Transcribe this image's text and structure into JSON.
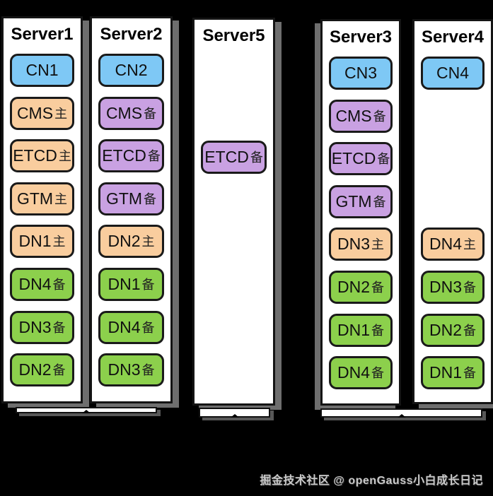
{
  "colors": {
    "cn": "#7EC8F5",
    "primary": "#F9CD9E",
    "standby_infra": "#C9A1E2",
    "standby_dn": "#8CD04C",
    "box_border": "#1A1A1A",
    "column_bg": "#FFFFFF",
    "background": "#000000",
    "shadow_gray": "#6E6E6E"
  },
  "watermark": {
    "text": "掘金技术社区 @ openGauss小白成长日记"
  },
  "servers": [
    {
      "title": "Server1",
      "boxes": [
        {
          "row": 0,
          "label": "CN1",
          "suffix": "",
          "role": "cn"
        },
        {
          "row": 1,
          "label": "CMS",
          "suffix": "主",
          "role": "primary"
        },
        {
          "row": 2,
          "label": "ETCD",
          "suffix": "主",
          "role": "primary"
        },
        {
          "row": 3,
          "label": "GTM",
          "suffix": "主",
          "role": "primary"
        },
        {
          "row": 4,
          "label": "DN1",
          "suffix": "主",
          "role": "primary"
        },
        {
          "row": 5,
          "label": "DN4",
          "suffix": "备",
          "role": "standby_dn"
        },
        {
          "row": 6,
          "label": "DN3",
          "suffix": "备",
          "role": "standby_dn"
        },
        {
          "row": 7,
          "label": "DN2",
          "suffix": "备",
          "role": "standby_dn"
        }
      ]
    },
    {
      "title": "Server2",
      "boxes": [
        {
          "row": 0,
          "label": "CN2",
          "suffix": "",
          "role": "cn"
        },
        {
          "row": 1,
          "label": "CMS",
          "suffix": "备",
          "role": "standby_infra"
        },
        {
          "row": 2,
          "label": "ETCD",
          "suffix": "备",
          "role": "standby_infra"
        },
        {
          "row": 3,
          "label": "GTM",
          "suffix": "备",
          "role": "standby_infra"
        },
        {
          "row": 4,
          "label": "DN2",
          "suffix": "主",
          "role": "primary"
        },
        {
          "row": 5,
          "label": "DN1",
          "suffix": "备",
          "role": "standby_dn"
        },
        {
          "row": 6,
          "label": "DN4",
          "suffix": "备",
          "role": "standby_dn"
        },
        {
          "row": 7,
          "label": "DN3",
          "suffix": "备",
          "role": "standby_dn"
        }
      ]
    },
    {
      "title": "Server5",
      "boxes": [
        {
          "row": 2,
          "label": "ETCD",
          "suffix": "备",
          "role": "standby_infra"
        }
      ]
    },
    {
      "title": "Server3",
      "boxes": [
        {
          "row": 0,
          "label": "CN3",
          "suffix": "",
          "role": "cn"
        },
        {
          "row": 1,
          "label": "CMS",
          "suffix": "备",
          "role": "standby_infra"
        },
        {
          "row": 2,
          "label": "ETCD",
          "suffix": "备",
          "role": "standby_infra"
        },
        {
          "row": 3,
          "label": "GTM",
          "suffix": "备",
          "role": "standby_infra"
        },
        {
          "row": 4,
          "label": "DN3",
          "suffix": "主",
          "role": "primary"
        },
        {
          "row": 5,
          "label": "DN2",
          "suffix": "备",
          "role": "standby_dn"
        },
        {
          "row": 6,
          "label": "DN1",
          "suffix": "备",
          "role": "standby_dn"
        },
        {
          "row": 7,
          "label": "DN4",
          "suffix": "备",
          "role": "standby_dn"
        }
      ]
    },
    {
      "title": "Server4",
      "boxes": [
        {
          "row": 0,
          "label": "CN4",
          "suffix": "",
          "role": "cn"
        },
        {
          "row": 4,
          "label": "DN4",
          "suffix": "主",
          "role": "primary"
        },
        {
          "row": 5,
          "label": "DN3",
          "suffix": "备",
          "role": "standby_dn"
        },
        {
          "row": 6,
          "label": "DN2",
          "suffix": "备",
          "role": "standby_dn"
        },
        {
          "row": 7,
          "label": "DN1",
          "suffix": "备",
          "role": "standby_dn"
        }
      ]
    }
  ]
}
